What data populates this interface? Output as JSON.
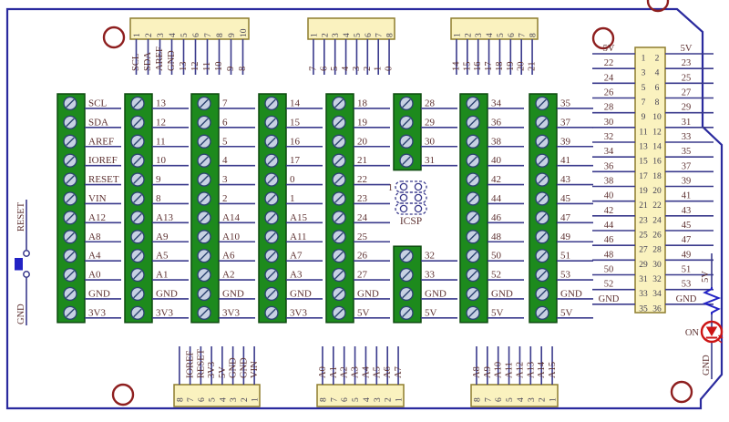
{
  "colors": {
    "board_outline": "#2a2a9e",
    "wire": "#3a3a8c",
    "label_color": "#5e3232",
    "pin_number_color": "#3f3c52",
    "connector_fill": "#faf2bf",
    "connector_border": "#8e7d2e",
    "block_fill": "#1d8a1d",
    "block_border": "#0d4a0f",
    "screw_fill": "#c7d1e3",
    "screw_border": "#2c4470",
    "hole_color": "#8e1f1f",
    "led_color": "#cc1414",
    "component_color": "#2222c4"
  },
  "top_connectors": [
    {
      "pin_numbers": [
        "1",
        "2",
        "3",
        "4",
        "5",
        "6",
        "7",
        "8",
        "9",
        "10"
      ],
      "signals": [
        "SCL",
        "SDA",
        "AREF",
        "GND",
        "13",
        "12",
        "11",
        "10",
        "9",
        "8"
      ]
    },
    {
      "pin_numbers": [
        "1",
        "2",
        "3",
        "4",
        "5",
        "6",
        "7",
        "8"
      ],
      "signals": [
        "7",
        "6",
        "5",
        "4",
        "3",
        "2",
        "1",
        "0"
      ]
    },
    {
      "pin_numbers": [
        "1",
        "2",
        "3",
        "4",
        "5",
        "6",
        "7",
        "8"
      ],
      "signals": [
        "14",
        "15",
        "16",
        "17",
        "18",
        "19",
        "20",
        "21"
      ]
    }
  ],
  "terminal_blocks": [
    {
      "labels": [
        "SCL",
        "SDA",
        "AREF",
        "IOREF",
        "RESET",
        "VIN",
        "A12",
        "A8",
        "A4",
        "A0",
        "GND",
        "3V3"
      ]
    },
    {
      "labels": [
        "13",
        "12",
        "11",
        "10",
        "9",
        "8",
        "A13",
        "A9",
        "A5",
        "A1",
        "GND",
        "3V3"
      ]
    },
    {
      "labels": [
        "7",
        "6",
        "5",
        "4",
        "3",
        "2",
        "A14",
        "A10",
        "A6",
        "A2",
        "GND",
        "3V3"
      ]
    },
    {
      "labels": [
        "14",
        "15",
        "16",
        "17",
        "0",
        "1",
        "A15",
        "A11",
        "A7",
        "A3",
        "GND",
        "3V3"
      ]
    },
    {
      "labels": [
        "18",
        "19",
        "20",
        "21",
        "22",
        "23",
        "24",
        "25",
        "26",
        "27",
        "GND",
        "5V"
      ]
    },
    {
      "split": true,
      "top_labels": [
        "28",
        "29",
        "30",
        "31"
      ],
      "bottom_labels": [
        "32",
        "33",
        "GND",
        "5V"
      ]
    },
    {
      "labels": [
        "34",
        "36",
        "38",
        "40",
        "42",
        "44",
        "46",
        "48",
        "50",
        "52",
        "GND",
        "5V"
      ]
    },
    {
      "labels": [
        "35",
        "37",
        "39",
        "41",
        "43",
        "45",
        "47",
        "49",
        "51",
        "53",
        "GND",
        "5V"
      ]
    }
  ],
  "icsp": {
    "pin1_label": "1",
    "title": "ICSP"
  },
  "right_header": {
    "left_pins": [
      "1",
      "3",
      "5",
      "7",
      "9",
      "11",
      "13",
      "15",
      "17",
      "19",
      "21",
      "23",
      "25",
      "27",
      "29",
      "31",
      "33",
      "35"
    ],
    "right_pins": [
      "2",
      "4",
      "6",
      "8",
      "10",
      "12",
      "14",
      "16",
      "18",
      "20",
      "22",
      "24",
      "26",
      "28",
      "30",
      "32",
      "34",
      "36"
    ],
    "left_signals": [
      "5V",
      "22",
      "24",
      "26",
      "28",
      "30",
      "32",
      "34",
      "36",
      "38",
      "40",
      "42",
      "44",
      "46",
      "48",
      "50",
      "52",
      "GND"
    ],
    "right_signals": [
      "5V",
      "23",
      "25",
      "27",
      "29",
      "31",
      "33",
      "35",
      "37",
      "39",
      "41",
      "43",
      "45",
      "47",
      "49",
      "51",
      "53",
      "GND"
    ]
  },
  "bottom_connectors": [
    {
      "pin_numbers": [
        "8",
        "7",
        "6",
        "5",
        "4",
        "3",
        "2",
        "1"
      ],
      "signals": [
        "",
        "IOREF",
        "RESET",
        "3V3",
        "5V",
        "GND",
        "GND",
        "VIN"
      ]
    },
    {
      "pin_numbers": [
        "8",
        "7",
        "6",
        "5",
        "4",
        "3",
        "2",
        "1"
      ],
      "signals": [
        "A0",
        "A1",
        "A2",
        "A3",
        "A4",
        "A5",
        "A6",
        "A7"
      ]
    },
    {
      "pin_numbers": [
        "8",
        "7",
        "6",
        "5",
        "4",
        "3",
        "2",
        "1"
      ],
      "signals": [
        "A8",
        "A9",
        "A10",
        "A11",
        "A12",
        "A13",
        "A14",
        "A15"
      ]
    }
  ],
  "reset_switch": {
    "top_label": "RESET",
    "bottom_label": "GND"
  },
  "power_indicator": {
    "rail_label": "5V",
    "led_label": "ON",
    "gnd_label": "GND"
  }
}
